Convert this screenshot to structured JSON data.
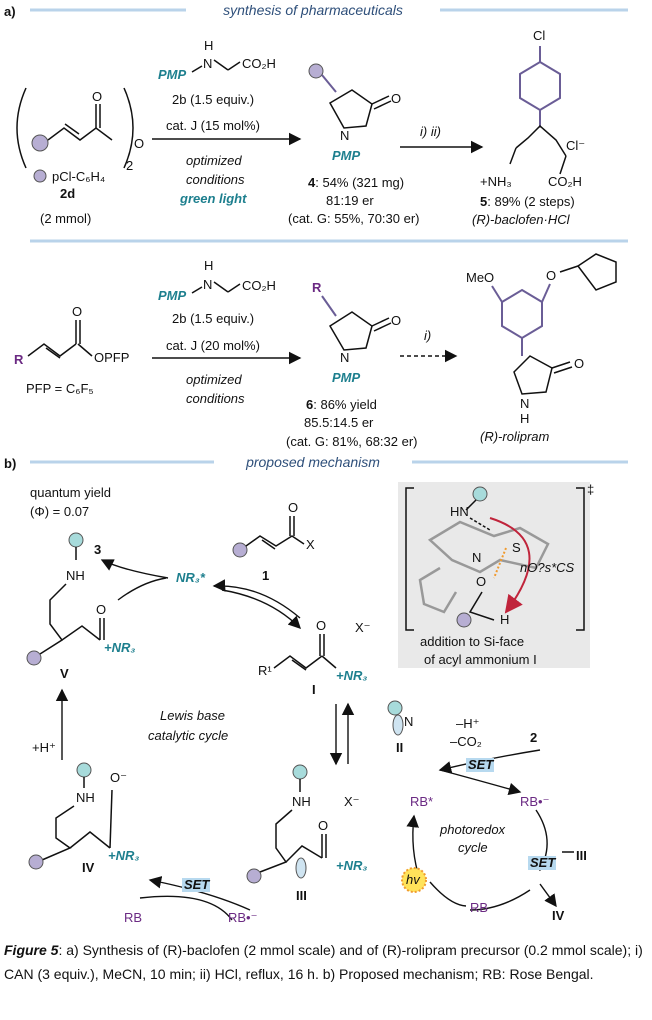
{
  "part_a": {
    "label": "a)",
    "header": "synthesis of pharmaceuticals",
    "row1": {
      "sm_subscript": "2",
      "sm_legend": "pCl-C₆H₄",
      "sm_id": "2d",
      "sm_amount": "(2 mmol)",
      "reagent_pmp": "PMP",
      "reagent_h": "H",
      "reagent_n": "N",
      "reagent_co2h": "CO₂H",
      "reagent_line": "2b (1.5 equiv.)",
      "catalyst": "cat. J (15 mol%)",
      "cond1": "optimized",
      "cond2": "conditions",
      "light": "green light",
      "product_pmp": "PMP",
      "product_n": "N",
      "product_o": "O",
      "product_yield": "4: 54% (321 mg)",
      "product_er": "81:19 er",
      "product_catg": "(cat. G: 55%, 70:30 er)",
      "steps": "i) ii)",
      "final_cl": "Cl",
      "final_cl_minus": "Cl⁻",
      "final_nh3": "+NH₃",
      "final_co2h": "CO₂H",
      "final_yield": "5: 89% (2 steps)",
      "final_name": "(R)-baclofen·HCl"
    },
    "row2": {
      "sm_r": "R",
      "sm_o": "O",
      "sm_opfp": "OPFP",
      "pfp_def": "PFP = C₆F₅",
      "reagent_line": "2b (1.5 equiv.)",
      "catalyst": "cat. J (20 mol%)",
      "cond1": "optimized",
      "cond2": "conditions",
      "product_r": "R",
      "product_yield": "6: 86% yield",
      "product_er": "85.5:14.5 er",
      "product_catg": "(cat. G: 81%, 68:32 er)",
      "step": "i)",
      "meo": "MeO",
      "o_cp": "O",
      "nh": "N",
      "h": "H",
      "o": "O",
      "final_name": "(R)-rolipram"
    }
  },
  "part_b": {
    "label": "b)",
    "header": "proposed mechanism",
    "qy1": "quantum yield",
    "qy2": "(Φ) = 0.07",
    "cmpd3": "3",
    "nr3_star": "NR₃*",
    "cmpd1": "1",
    "x1": "X",
    "x_minus": "X⁻",
    "r1": "R¹",
    "nr3_plus": "+NR₃",
    "cmpdI": "I",
    "cmpdV": "V",
    "nh": "NH",
    "h_plus": "+H⁺",
    "lewis1": "Lewis base",
    "lewis2": "catalytic cycle",
    "cmpdII": "II",
    "minus_h": "–H⁺",
    "minus_co2": "–CO₂",
    "cmpd2": "2",
    "set": "SET",
    "rb_star": "RB*",
    "rb_minus": "RB•⁻",
    "rb": "RB",
    "photo1": "photoredox",
    "photo2": "cycle",
    "hv": "hv",
    "cmpdIII": "III",
    "cmpdIV": "IV",
    "o_minus": "O⁻",
    "ts_label1": "addition to Si-face",
    "ts_label2": "of acyl ammonium I",
    "ts_hn": "HN",
    "ts_s": "S",
    "ts_n": "N",
    "ts_o": "O",
    "ts_h": "H",
    "ts_orbital": "nO?s*CS",
    "ts_dagger": "‡"
  },
  "caption": {
    "prefix": "Figure 5",
    "text": ": a) Synthesis of (R)-baclofen (2 mmol scale) and of (R)-rolipram precursor (0.2 mmol scale); i) CAN (3 equiv.), MeCN, 10 min; ii) HCl, reflux, 16 h. b) Proposed mechanism; RB: Rose Bengal."
  },
  "colors": {
    "accent_teal": "#1d7f8e",
    "rb_purple": "#6b2a83",
    "divider_blue": "#b9d3ea",
    "sphere": "#b7aed3",
    "sphere_teal": "#a7dbdb",
    "set_box": "#b7d9ef",
    "ts_panel": "#e9e9e9",
    "red_arrow": "#c0243b",
    "orange": "#f09a2e"
  }
}
